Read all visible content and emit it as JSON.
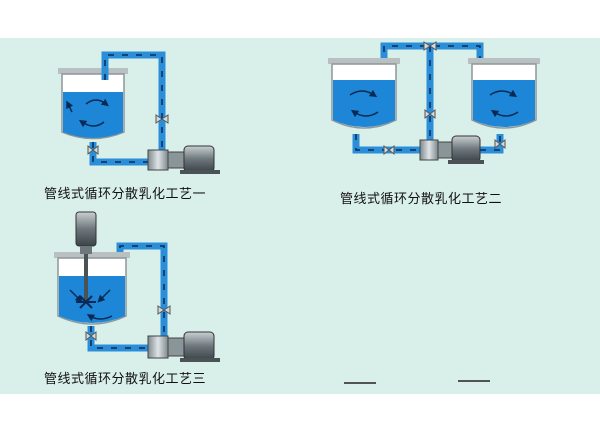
{
  "process_1": {
    "caption": "管线式循环分散乳化工艺一"
  },
  "process_2": {
    "caption": "管线式循环分散乳化工艺二"
  },
  "process_3": {
    "caption": "管线式循环分散乳化工艺三"
  },
  "colors": {
    "background": "#d9efea",
    "liquid": "#1d86d6",
    "pipe": "#2a8fd8",
    "tank_wall": "#9aa3a4",
    "pump": "#5f6a70"
  }
}
